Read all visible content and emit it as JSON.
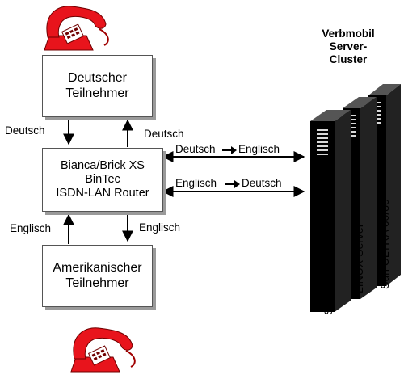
{
  "cluster": {
    "title_lines": [
      "Verbmobil",
      "Server-",
      "Cluster"
    ],
    "servers": [
      "Sun Server 450",
      "LINUX Server",
      "Sun ULTRA 60/80"
    ]
  },
  "boxes": {
    "german": [
      "Deutscher",
      "Teilnehmer"
    ],
    "router": [
      "Bianca/Brick XS",
      "BinTec",
      "ISDN-LAN Router"
    ],
    "american": [
      "Amerikanischer",
      "Teilnehmer"
    ]
  },
  "labels": {
    "german_left": "Deutsch",
    "german_right": "Deutsch",
    "english_left": "Englisch",
    "english_right": "Englisch",
    "de_to_en": [
      "Deutsch",
      "Englisch"
    ],
    "en_to_de": [
      "Englisch ",
      "Deutsch"
    ]
  },
  "colors": {
    "phone_red": "#e8141c",
    "phone_dark": "#a00000",
    "server_black": "#000000",
    "box_shadow": "#9a9a9a"
  },
  "icons": [
    "telephone-icon",
    "server-tower-icon",
    "arrow-right-icon"
  ]
}
